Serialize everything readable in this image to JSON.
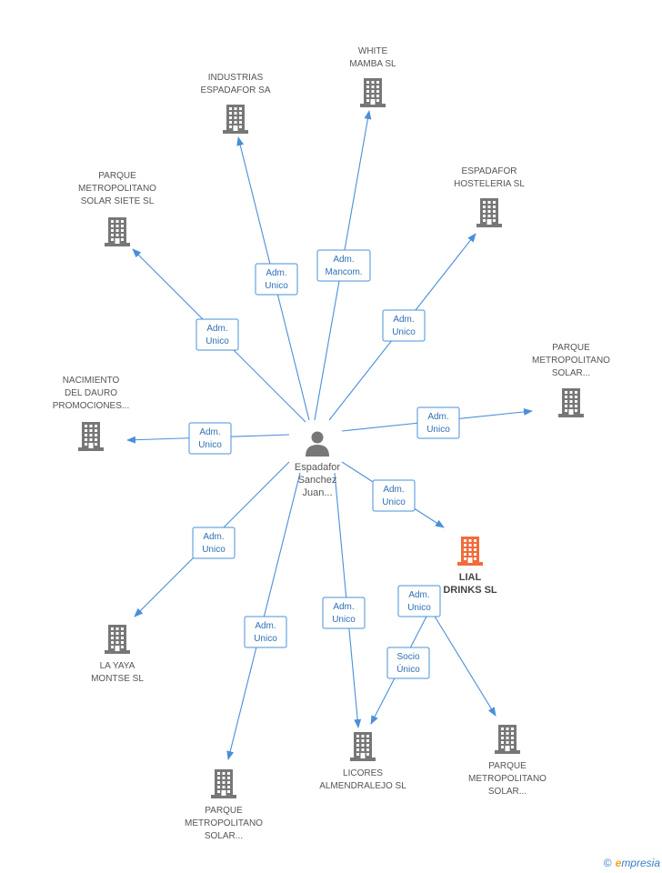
{
  "person": {
    "lines": [
      "Espadafor",
      "Sanchez",
      "Juan..."
    ]
  },
  "companies": [
    {
      "id": "industrias",
      "lines": [
        "INDUSTRIAS",
        "ESPADAFOR SA"
      ],
      "focus": false
    },
    {
      "id": "white-mamba",
      "lines": [
        "WHITE",
        "MAMBA  SL"
      ],
      "focus": false
    },
    {
      "id": "parque-siete",
      "lines": [
        "PARQUE",
        "METROPOLITANO",
        "SOLAR SIETE  SL"
      ],
      "focus": false
    },
    {
      "id": "espadafor-hosteleria",
      "lines": [
        "ESPADAFOR",
        "HOSTELERIA  SL"
      ],
      "focus": false
    },
    {
      "id": "parque-right",
      "lines": [
        "PARQUE",
        "METROPOLITANO",
        "SOLAR..."
      ],
      "focus": false
    },
    {
      "id": "nacimiento",
      "lines": [
        "NACIMIENTO",
        "DEL DAURO",
        "PROMOCIONES..."
      ],
      "focus": false
    },
    {
      "id": "lial",
      "lines": [
        "LIAL",
        "DRINKS SL"
      ],
      "focus": true
    },
    {
      "id": "la-yaya",
      "lines": [
        "LA YAYA",
        "MONTSE  SL"
      ],
      "focus": false
    },
    {
      "id": "licores",
      "lines": [
        "LICORES",
        "ALMENDRALEJO SL"
      ],
      "focus": false
    },
    {
      "id": "parque-bottom-right",
      "lines": [
        "PARQUE",
        "METROPOLITANO",
        "SOLAR..."
      ],
      "focus": false
    },
    {
      "id": "parque-bottom",
      "lines": [
        "PARQUE",
        "METROPOLITANO",
        "SOLAR..."
      ],
      "focus": false
    }
  ],
  "edges": [
    {
      "from": "person",
      "to": "industrias",
      "lines": [
        "Adm.",
        "Unico"
      ]
    },
    {
      "from": "person",
      "to": "white-mamba",
      "lines": [
        "Adm.",
        "Mancom."
      ]
    },
    {
      "from": "person",
      "to": "parque-siete",
      "lines": [
        "Adm.",
        "Unico"
      ]
    },
    {
      "from": "person",
      "to": "espadafor-hosteleria",
      "lines": [
        "Adm.",
        "Unico"
      ]
    },
    {
      "from": "person",
      "to": "parque-right",
      "lines": [
        "Adm.",
        "Unico"
      ]
    },
    {
      "from": "person",
      "to": "nacimiento",
      "lines": [
        "Adm.",
        "Unico"
      ]
    },
    {
      "from": "person",
      "to": "lial",
      "lines": [
        "Adm.",
        "Unico"
      ]
    },
    {
      "from": "person",
      "to": "la-yaya",
      "lines": [
        "Adm.",
        "Unico"
      ]
    },
    {
      "from": "person",
      "to": "licores",
      "lines": [
        "Adm.",
        "Unico"
      ]
    },
    {
      "from": "person",
      "to": "parque-bottom",
      "lines": [
        "Adm.",
        "Unico"
      ]
    },
    {
      "from": "lial",
      "to": "parque-bottom-right",
      "lines": [
        "Adm.",
        "Unico"
      ]
    },
    {
      "from": "lial",
      "to": "licores",
      "lines": [
        "Socio",
        "Único"
      ]
    }
  ],
  "colors": {
    "edge": "#4a8fd9",
    "building": "#777777",
    "focus_building": "#f26b3a"
  },
  "brand": {
    "copyright": "©",
    "e": "e",
    "rest": "mpresia"
  }
}
